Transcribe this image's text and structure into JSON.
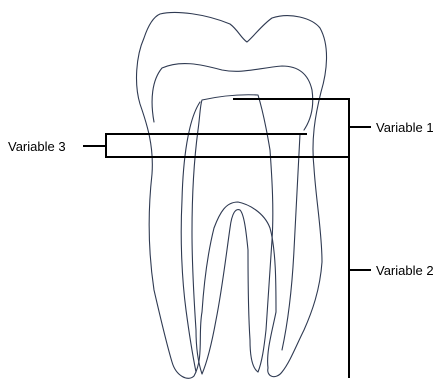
{
  "labels": {
    "variable_1": "Variable 1",
    "variable_2": "Variable 2",
    "variable_3": "Variable 3"
  },
  "colors": {
    "outline": "#2f3a52",
    "marker": "#000000",
    "background": "#ffffff"
  }
}
